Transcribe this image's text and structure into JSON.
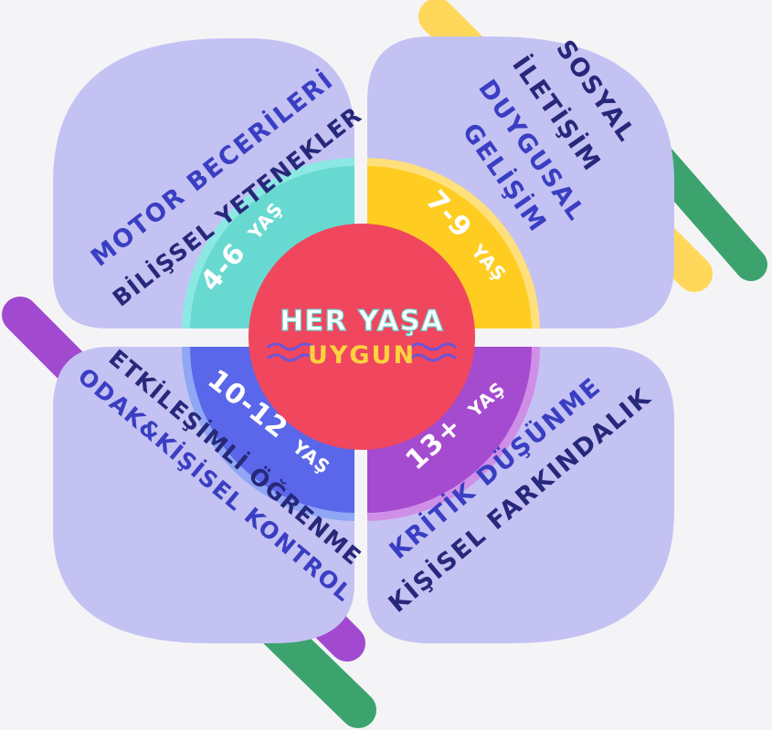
{
  "hub": {
    "title": "HER YAŞA",
    "subtitle": "UYGUN"
  },
  "ages": {
    "a1": {
      "range": "4-6",
      "unit": "YAŞ"
    },
    "a2": {
      "range": "7-9",
      "unit": "YAŞ"
    },
    "a3": {
      "range": "10-12",
      "unit": "YAŞ"
    },
    "a4": {
      "range": "13+",
      "unit": "YAŞ"
    }
  },
  "skills": {
    "top_left": [
      "MOTOR BECERİLERİ",
      "BİLİŞSEL YETENEKLER"
    ],
    "top_right": [
      "SOSYAL",
      "İLETİŞİM",
      "DUYGUSAL",
      "GELİŞİM"
    ],
    "bottom_left": [
      "ETKİLEŞİMLİ ÖĞRENME",
      "ODAK&KİŞİSEL KONTROL"
    ],
    "bottom_right": [
      "KRİTİK DÜŞÜNME",
      "KİŞİSEL FARKINDALIK"
    ]
  },
  "colors": {
    "background": "#f4f4f6",
    "petal": "#c4c2f3",
    "petal_text": "#3a3ec2",
    "petal_text_dark": "#27287a",
    "age_teal": "#68d9d0",
    "age_yellow": "#ffcc22",
    "age_blue": "#5a67ea",
    "age_purple": "#a54bd0",
    "hub": "#f0465e",
    "hub_subtitle": "#ffd23f",
    "hub_wave": "#6b55d8",
    "stick_yellow": "#ffd75a",
    "stick_green": "#3ca36e",
    "stick_purple": "#a14ad0"
  }
}
